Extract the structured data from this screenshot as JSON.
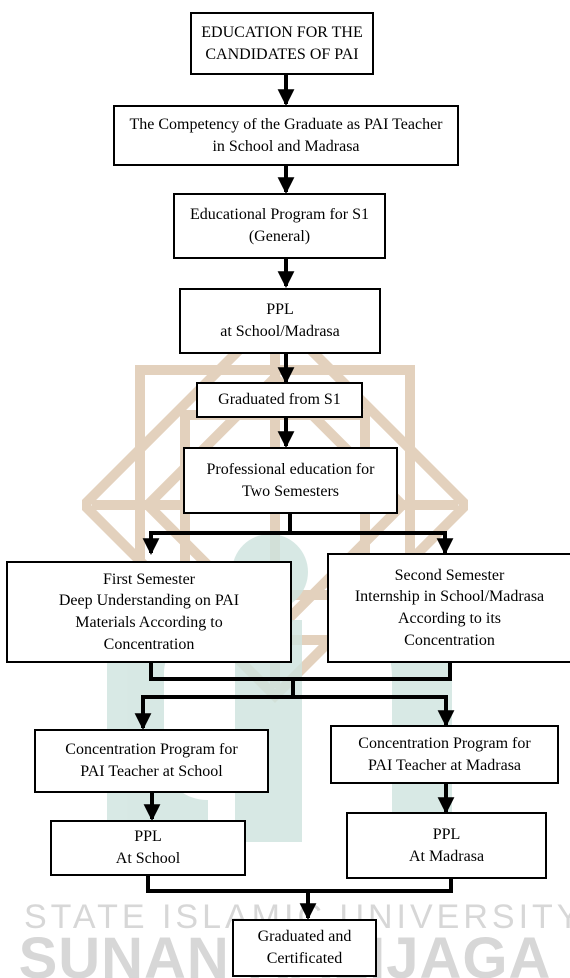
{
  "flowchart": {
    "boxes": {
      "education_candidates": "EDUCATION FOR THE\nCANDIDATES OF PAI",
      "competency_graduate": "The Competency of the Graduate as PAI Teacher\nin School and Madrasa",
      "educational_program_s1": "Educational Program for S1\n(General)",
      "ppl_school_madrasa": "PPL\nat School/Madrasa",
      "graduated_from_s1": "Graduated from S1",
      "professional_education": "Professional education for\nTwo Semesters",
      "first_semester": "First Semester\nDeep Understanding on PAI\nMaterials According to\nConcentration",
      "second_semester": "Second Semester\nInternship in School/Madrasa\nAccording to its\nConcentration",
      "concentration_school": "Concentration Program for\nPAI Teacher at School",
      "concentration_madrasa": "Concentration Program for\nPAI Teacher at Madrasa",
      "ppl_at_school": "PPL\nAt School",
      "ppl_at_madrasa": "PPL\nAt Madrasa",
      "graduated_certificated": "Graduated and\nCertificated"
    }
  },
  "watermark": {
    "line1": "STATE ISLAMIC UNIVERSITY",
    "line2": "SUNAN KALIJAGA",
    "colors": {
      "beige": "#dfcab2",
      "teal": "#cfe4df",
      "gray": "#d7d7d7"
    }
  }
}
